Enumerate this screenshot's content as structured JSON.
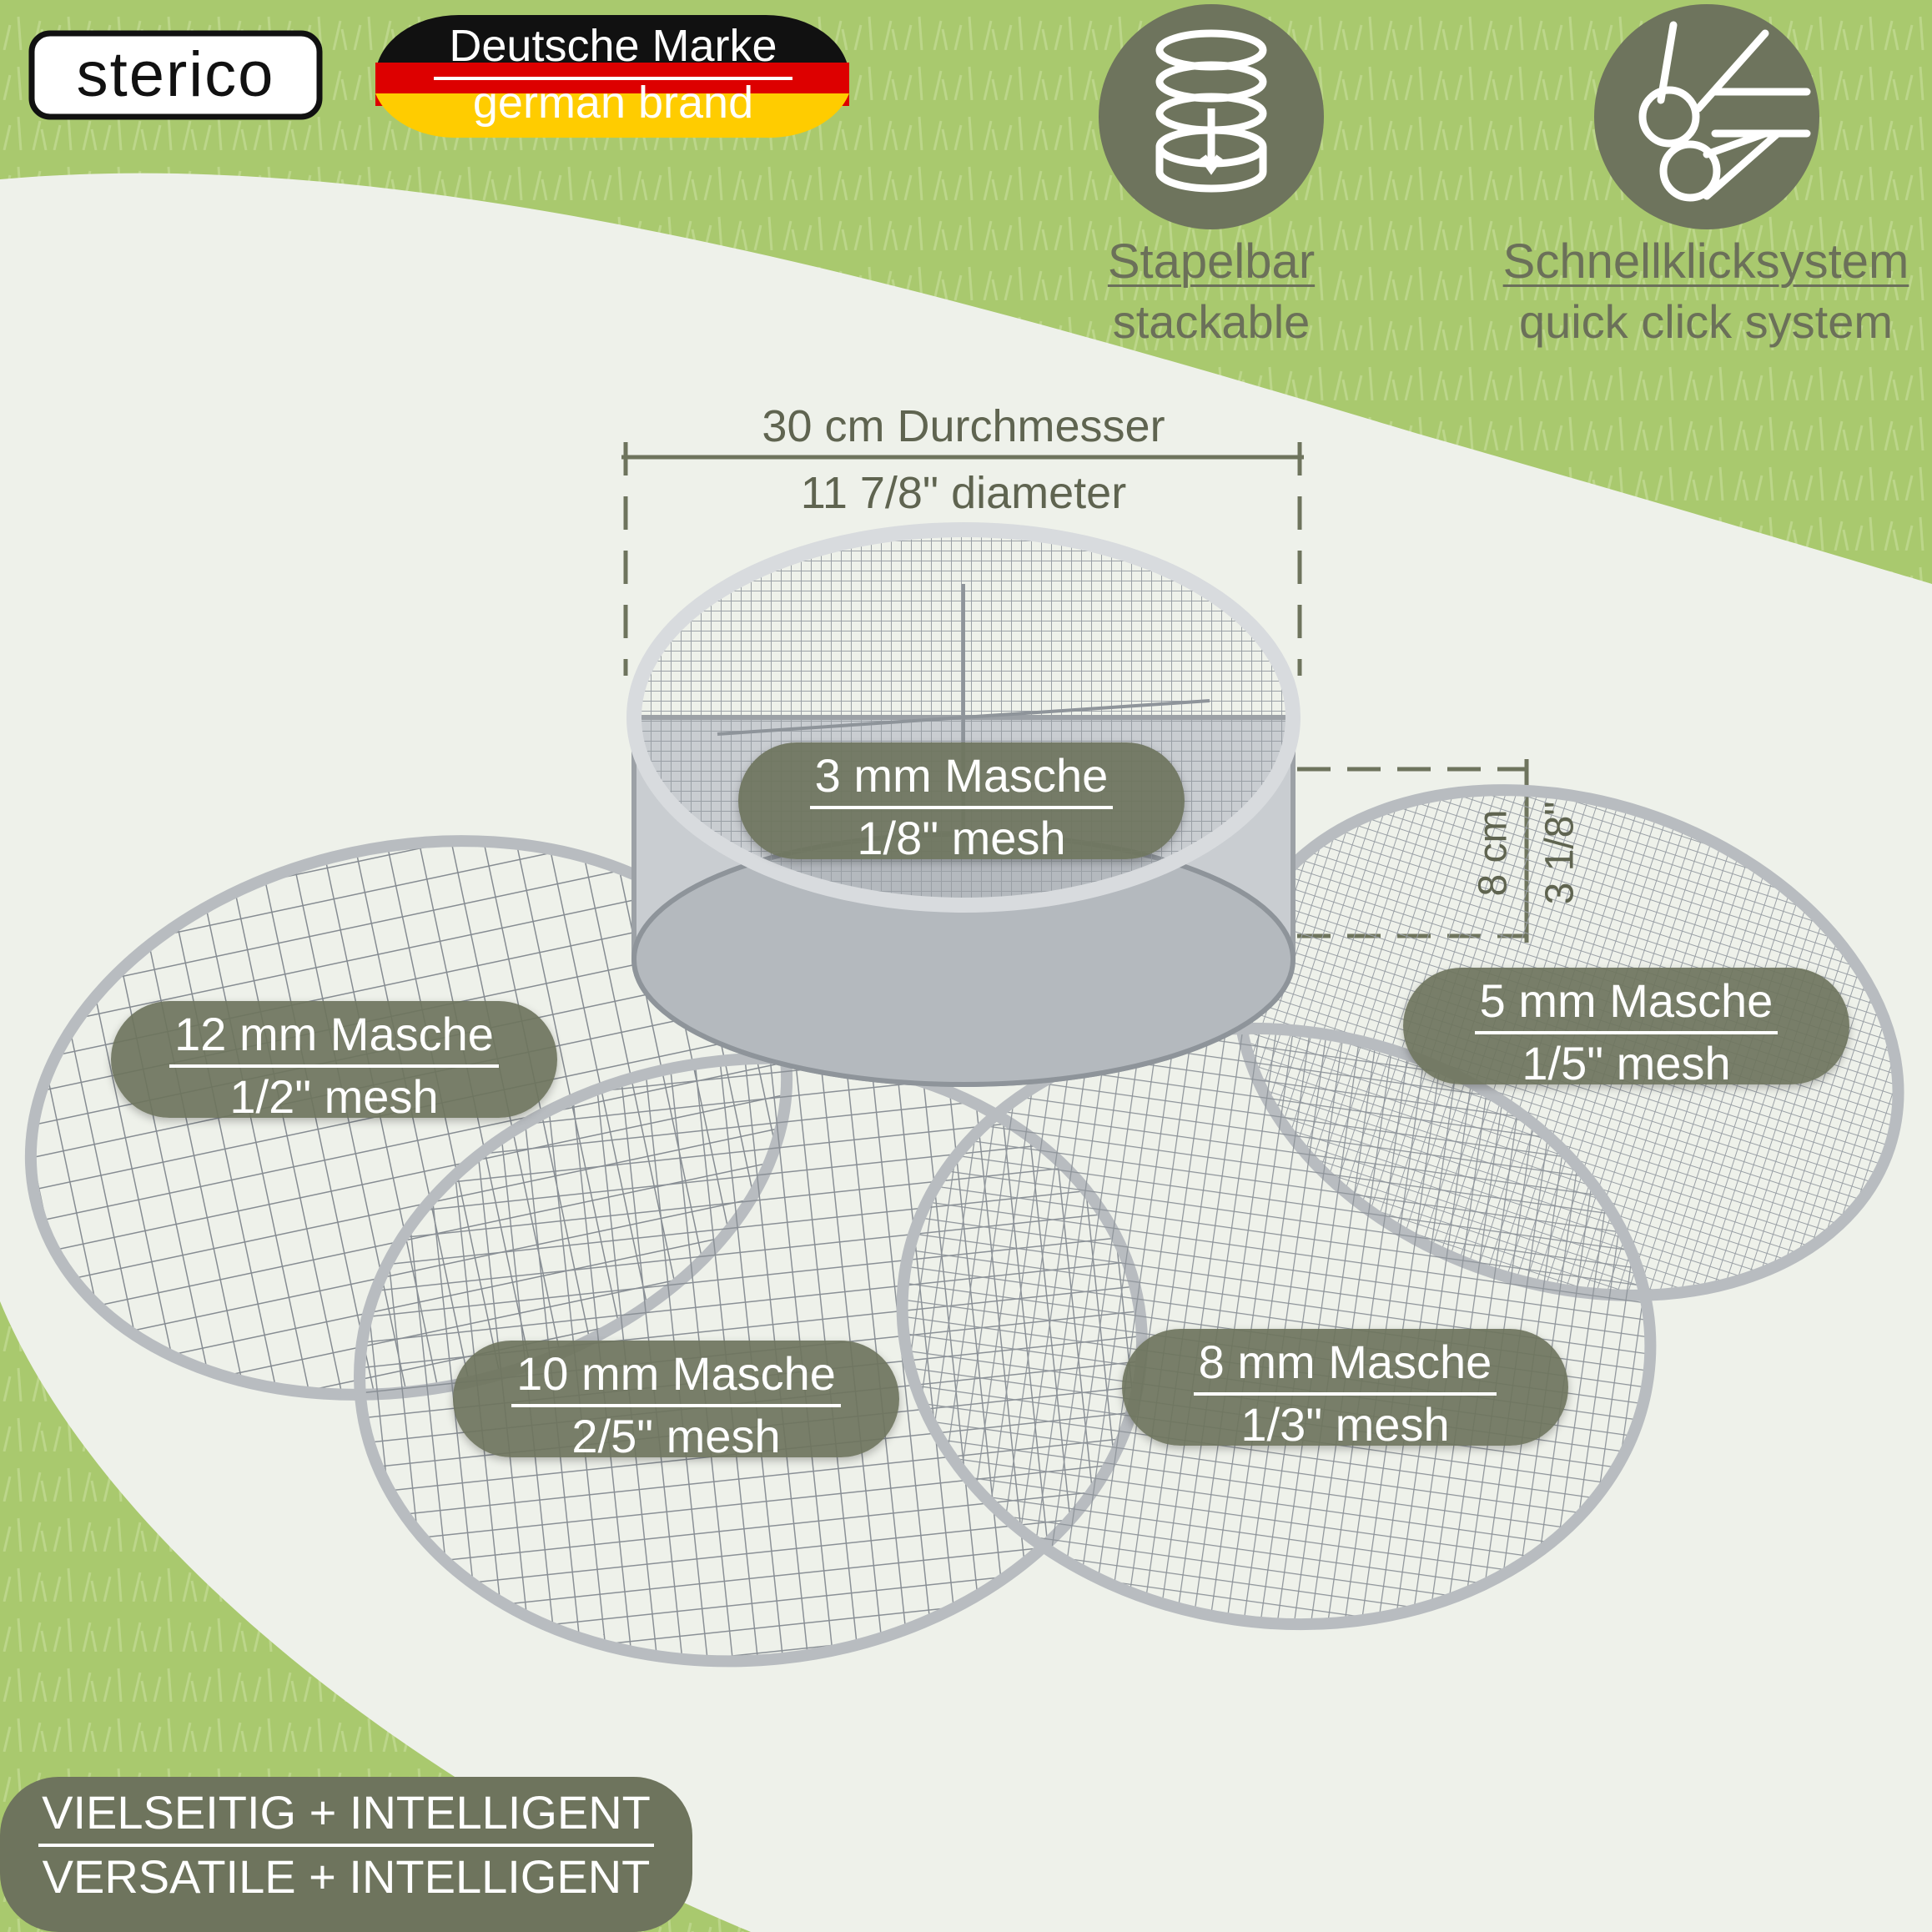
{
  "brand": {
    "logo_text": "sterico"
  },
  "origin_badge": {
    "line1": "Deutsche Marke",
    "line2": "german brand"
  },
  "features": [
    {
      "icon": "stack-icon",
      "title": "Stapelbar",
      "subtitle": "stackable"
    },
    {
      "icon": "quick-click-icon",
      "title": "Schnellklicksystem",
      "subtitle": "quick click system"
    }
  ],
  "dimensions": {
    "diameter_de": "30 cm Durchmesser",
    "diameter_en": "11 7/8\" diameter",
    "height_cm": "8 cm",
    "height_in": "3 1/8\""
  },
  "mesh_labels": [
    {
      "de": "3 mm Masche",
      "en": "1/8\" mesh"
    },
    {
      "de": "5 mm Masche",
      "en": "1/5\" mesh"
    },
    {
      "de": "12 mm Masche",
      "en": "1/2\" mesh"
    },
    {
      "de": "10 mm Masche",
      "en": "2/5\" mesh"
    },
    {
      "de": "8 mm Masche",
      "en": "1/3\" mesh"
    }
  ],
  "footer_badge": {
    "line1": "VIELSEITIG + INTELLIGENT",
    "line2": "VERSATILE + INTELLIGENT"
  },
  "colors": {
    "grass": "#a9c96e",
    "panel": "#eef1ea",
    "badge_olive": "#6e745d",
    "text_olive": "#6b7059",
    "flag_black": "#111111",
    "flag_red": "#dd0000",
    "flag_gold": "#ffcc00"
  }
}
